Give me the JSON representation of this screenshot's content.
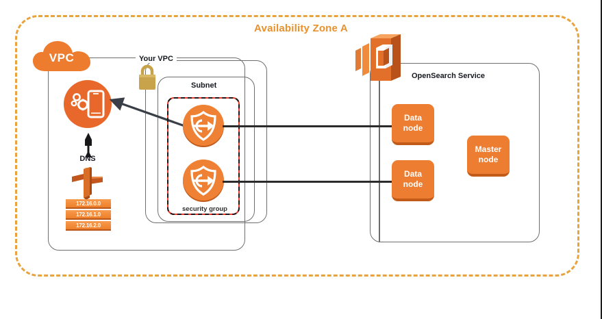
{
  "diagram": {
    "title": "Availability Zone A",
    "title_color": "#e8912c",
    "accent_color": "#ed7d31",
    "security_group_color": "#ef3b2d",
    "containers": {
      "vpc_cloud_label": "VPC",
      "your_vpc_label": "Your VPC",
      "subnet_label": "Subnet",
      "security_group_label": "security group",
      "opensearch_label": "OpenSearch Service"
    },
    "dns": {
      "label": "DNS",
      "cidrs": [
        "172.16.0.0",
        "172.16.1.0",
        "172.16.2.0"
      ]
    },
    "nodes": [
      {
        "id": "data-node-1",
        "line1": "Data",
        "line2": "node"
      },
      {
        "id": "data-node-2",
        "line1": "Data",
        "line2": "node"
      },
      {
        "id": "master-node",
        "line1": "Master",
        "line2": "node"
      }
    ],
    "icons": {
      "vpc_cloud": "cloud-icon",
      "lock": "padlock-icon",
      "client": "mobile-client-icon",
      "dns": "signpost-icon",
      "shield_1": "security-shield-icon",
      "shield_2": "security-shield-icon",
      "opensearch": "opensearch-cube-icon"
    }
  }
}
